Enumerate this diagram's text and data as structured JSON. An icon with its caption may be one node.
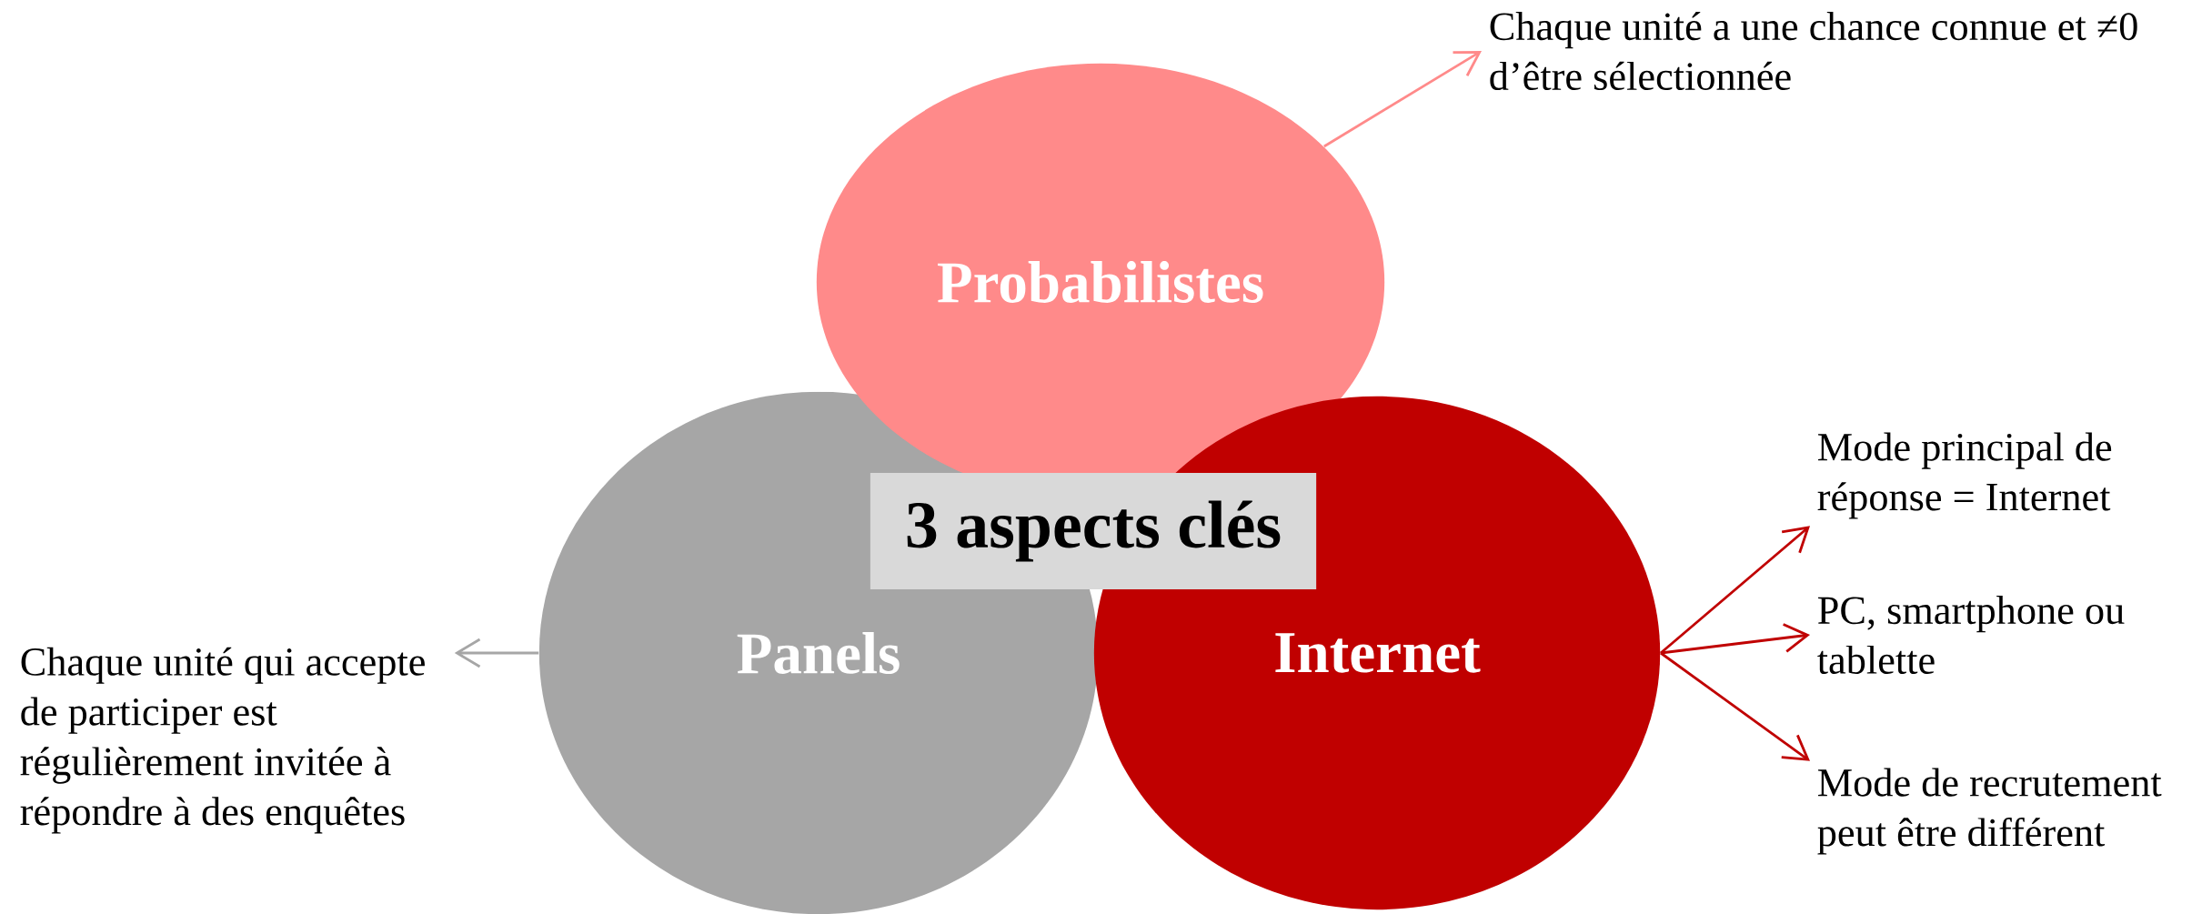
{
  "diagram": {
    "nodes": [
      {
        "text": [
          "Probabilistes"
        ]
      },
      {
        "text": [
          "Chaque unité a une chance connue et ≠0 d’être sélectionnée"
        ]
      },
      {
        "text": [
          "Panels"
        ]
      },
      {
        "text": [
          "Chaque unité qui accepte de participer est régulièrement invitée à répondre à des enquêtes"
        ]
      },
      {
        "text": [
          "Internet"
        ]
      },
      {
        "text": [
          "3 aspects clés"
        ]
      },
      {
        "text": [
          "Mode principal de réponse = Internet"
        ]
      },
      {
        "text": [
          "PC, smartphone ou tablette"
        ]
      },
      {
        "text": [
          "Mode de recrutement peut être différent"
        ]
      }
    ],
    "edges": [
      {
        "from": 0,
        "to": 1,
        "arrow": "to",
        "color": "#ff8a8a"
      },
      {
        "from": 2,
        "to": 3,
        "arrow": "to",
        "color": "#a6a6a6"
      },
      {
        "from": 4,
        "to": 6,
        "arrow": "to"
      },
      {
        "from": 4,
        "to": 7,
        "arrow": "to"
      },
      {
        "from": 4,
        "to": 8,
        "arrow": "to"
      }
    ]
  }
}
